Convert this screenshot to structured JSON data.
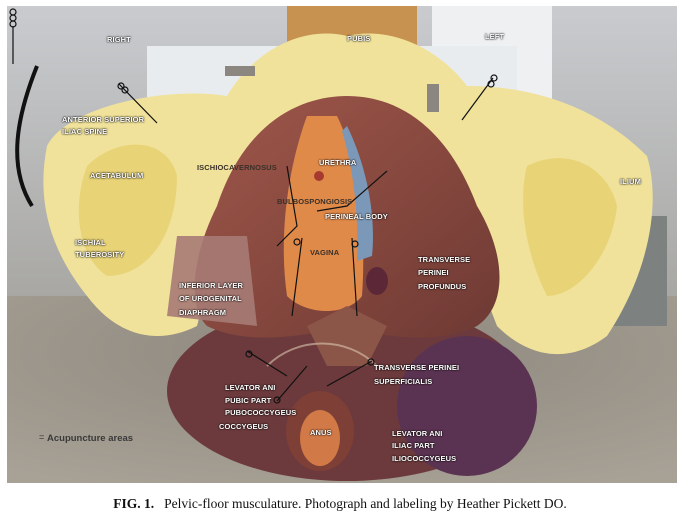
{
  "figure": {
    "labels": {
      "right": "RIGHT",
      "pubis": "PUBIS",
      "left": "LEFT",
      "asis_1": "ANTERIOR SUPERIOR",
      "asis_2": "ILIAC SPINE",
      "acetabulum": "ACETABULUM",
      "ischiocavernosus": "ISCHIOCAVERNOSUS",
      "urethra": "URETHRA",
      "ilium": "ILIUM",
      "bulbospongiosis": "BULBOSPONGIOSIS",
      "perineal_body": "PERINEAL BODY",
      "ischial_1": "ISCHIAL",
      "ischial_2": "TUBEROSITY",
      "vagina": "VAGINA",
      "tpp_1": "TRANSVERSE",
      "tpp_2": "PERINEI",
      "tpp_3": "PROFUNDUS",
      "inferior_1": "INFERIOR LAYER",
      "inferior_2": "OF UROGENITAL",
      "inferior_3": "DIAPHRAGM",
      "tps_1": "TRANSVERSE PERINEI",
      "tps_2": "SUPERFICIALIS",
      "lap_1": "LEVATOR ANI",
      "lap_2": "PUBIC PART",
      "lap_3": "PUBOCOCCYGEUS",
      "lai_1": "LEVATOR ANI",
      "lai_2": "ILIAC PART",
      "lai_3": "ILIOCOCCYGEUS",
      "coccygeus": "COCCYGEUS",
      "anus": "ANUS"
    },
    "legend": {
      "symbol": "=",
      "text": "Acupuncture areas"
    }
  },
  "caption": {
    "number": "FIG. 1.",
    "text": "Pelvic-floor musculature. Photograph and labeling by Heather Pickett DO."
  }
}
